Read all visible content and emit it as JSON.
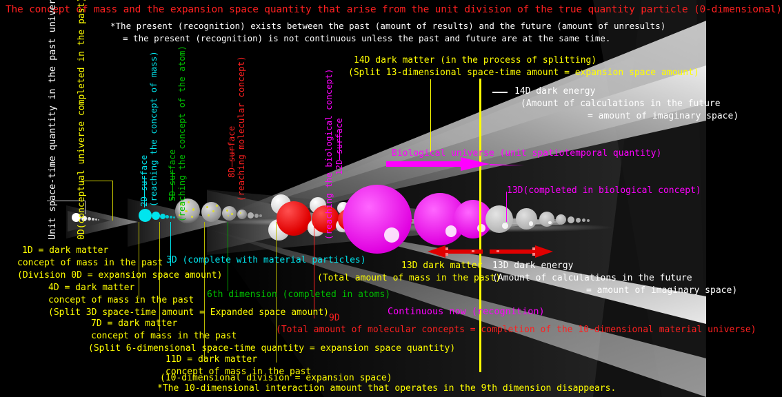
{
  "title": "The concept of mass and the expansion space quantity that arise from the unit division of the true quantity particle (0-dimensional)",
  "notes": {
    "line1": "*The present (recognition) exists between the past (amount of results) and the future (amount of unresults)",
    "line2": "= the present (recognition) is not continuous unless the past and future are at the same time."
  },
  "vertical_labels": {
    "axis": "Unit space-time quantity in the past universe",
    "d0": "0D(conceptual universe completed in the past)",
    "d2_a": "2D surface",
    "d2_b": "(reaching the concept of mass)",
    "d5_a": "5D surface",
    "d5_b": "(reaching the concept of the atom)",
    "d8_a": "8D surface",
    "d8_b": "(reaching molecular concept)",
    "d12_a": "12D surface",
    "d12_b": "(reaching the biological concept)"
  },
  "top_right": {
    "dm14_line1": "14D dark matter (in the process of splitting)",
    "dm14_line2": "(Split 13-dimensional space-time amount = expansion space amount)",
    "de14_line1": "14D dark energy",
    "de14_line2": "(Amount of calculations in the future",
    "de14_line3": "= amount of imaginary space)"
  },
  "bio": {
    "universe": "Biological universe (unit spatiotemporal quantity)",
    "d13": "13D(completed in biological concept)"
  },
  "mid_right": {
    "dm13_line1": "13D dark matter",
    "dm13_line2": "(Total amount of mass in the past)",
    "de13_line1": "13D dark energy",
    "de13_line2": "(Amount of calculations in the future",
    "de13_line3": "= amount of imaginary space)",
    "continuous_now": "Continuous now (recognition)"
  },
  "left_block": {
    "d1_line1": "1D = dark matter",
    "d1_line2": "concept of mass in the past",
    "d1_line3": "(Division 0D = expansion space amount)",
    "d4_line1": "4D = dark matter",
    "d4_line2": "concept of mass in the past",
    "d4_line3": "(Split 3D space-time amount = Expanded space amount)",
    "d7_line1": "7D = dark matter",
    "d7_line2": "concept of mass in the past",
    "d7_line3": "(Split 6-dimensional space-time quantity = expansion space quantity)",
    "d11_line1": "11D = dark matter",
    "d11_line2": "concept of mass in the past",
    "d11_line3": "(10-dimensional division = expansion space)",
    "footnote": "*The 10-dimensional interaction amount that operates in the 9th dimension disappears."
  },
  "inline_labels": {
    "d3": "3D (complete with material particles)",
    "d6": "6th dimension (completed in atoms)",
    "d9_head": "9D",
    "d9_body": "(Total amount of molecular concepts = completion of the 10-dimensional material universe)"
  },
  "colors": {
    "title_red": "#ff2020",
    "yellow": "#ffff00",
    "cyan": "#00e5ee",
    "green": "#00c000",
    "magenta": "#ff00ff",
    "white": "#ffffff",
    "background": "#000000"
  }
}
